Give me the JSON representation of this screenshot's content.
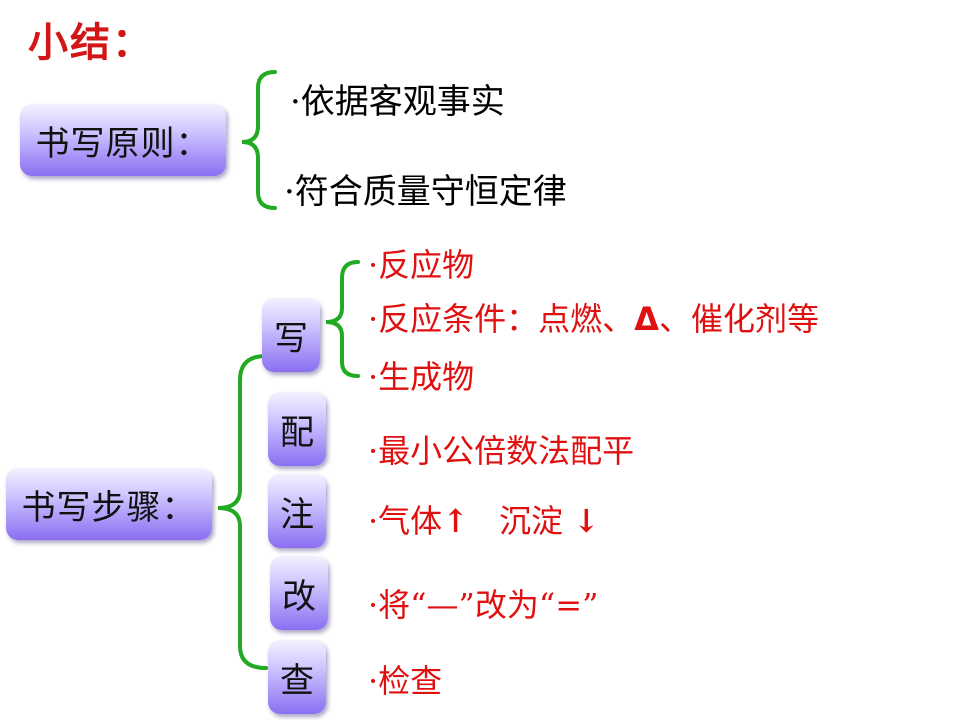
{
  "title": "小结：",
  "principles": {
    "label": "书写原则：",
    "items": [
      "·依据客观事实",
      "·符合质量守恒定律"
    ]
  },
  "steps": {
    "label": "书写步骤：",
    "boxes": [
      "写",
      "配",
      "注",
      "改",
      "查"
    ],
    "write_items": [
      "·反应物",
      "·反应条件：点燃、",
      "Δ",
      "、催化剂等",
      "·生成物"
    ],
    "balance": "·最小公倍数法配平",
    "note_gas": "·气体",
    "note_up": "↑",
    "note_ppt": "沉淀",
    "note_down": "↓",
    "change": "·将“—”改为“=”",
    "check": "·检查"
  },
  "colors": {
    "accent_red": "#e01010",
    "bracket_green": "#22aa22",
    "pill_top": "#f4f1ff",
    "pill_bottom": "#8a6ff2"
  }
}
